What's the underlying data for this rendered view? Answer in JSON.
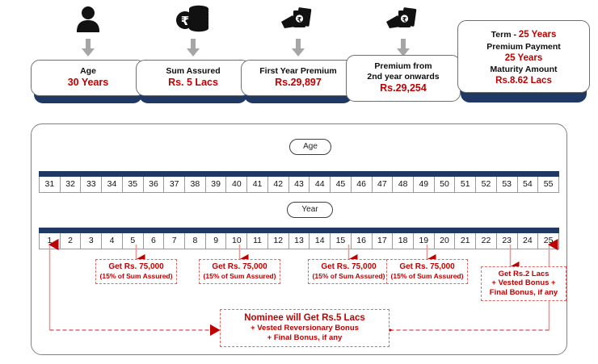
{
  "summary_cards": [
    {
      "icon": "person-icon",
      "label": "Age",
      "value": "30 Years"
    },
    {
      "icon": "rupee-coins-icon",
      "label": "Sum Assured",
      "value": "Rs. 5 Lacs"
    },
    {
      "icon": "hand-cash-icon",
      "label": "First Year Premium",
      "value": "Rs.29,897"
    },
    {
      "icon": "hand-cash-icon",
      "label_line1": "Premium from",
      "label_line2": "2nd year onwards",
      "value": "Rs.29,254"
    }
  ],
  "term_card": {
    "term_label": "Term  - ",
    "term_value": "25 Years",
    "premium_payment_label": "Premium Payment",
    "premium_payment_value": "25 Years",
    "maturity_label": "Maturity Amount",
    "maturity_value": "Rs.8.62 Lacs"
  },
  "timeline": {
    "age_pill": "Age",
    "year_pill": "Year",
    "ages": [
      "31",
      "32",
      "33",
      "34",
      "35",
      "36",
      "37",
      "38",
      "39",
      "40",
      "41",
      "42",
      "43",
      "44",
      "45",
      "46",
      "47",
      "48",
      "49",
      "50",
      "51",
      "52",
      "53",
      "54",
      "55"
    ],
    "years": [
      "1",
      "2",
      "3",
      "4",
      "5",
      "6",
      "7",
      "8",
      "9",
      "10",
      "11",
      "12",
      "13",
      "14",
      "15",
      "16",
      "17",
      "18",
      "19",
      "20",
      "21",
      "22",
      "23",
      "24",
      "25"
    ]
  },
  "payouts": [
    {
      "at_year": "5",
      "title": "Get Rs. 75,000",
      "subtitle": "(15% of Sum Assured)"
    },
    {
      "at_year": "10",
      "title": "Get Rs. 75,000",
      "subtitle": "(15% of Sum Assured)"
    },
    {
      "at_year": "15",
      "title": "Get Rs. 75,000",
      "subtitle": "(15% of Sum Assured)"
    },
    {
      "at_year": "20",
      "title": "Get Rs. 75,000",
      "subtitle": "(15% of Sum Assured)"
    }
  ],
  "maturity_callout": {
    "line1": "Get Rs.2 Lacs",
    "line2": "+ Vested Bonus +",
    "line3": "Final Bonus, if any"
  },
  "death_benefit": {
    "line1": "Nominee will Get Rs.5 Lacs",
    "line2": "+ Vested Reversionary Bonus",
    "line3": "+ Final Bonus, if any"
  },
  "colors": {
    "navy": "#1f3864",
    "red": "#c00000",
    "dashed_red": "#e06666",
    "gray_arrow": "#a6a6a6",
    "border_gray": "#808080"
  }
}
